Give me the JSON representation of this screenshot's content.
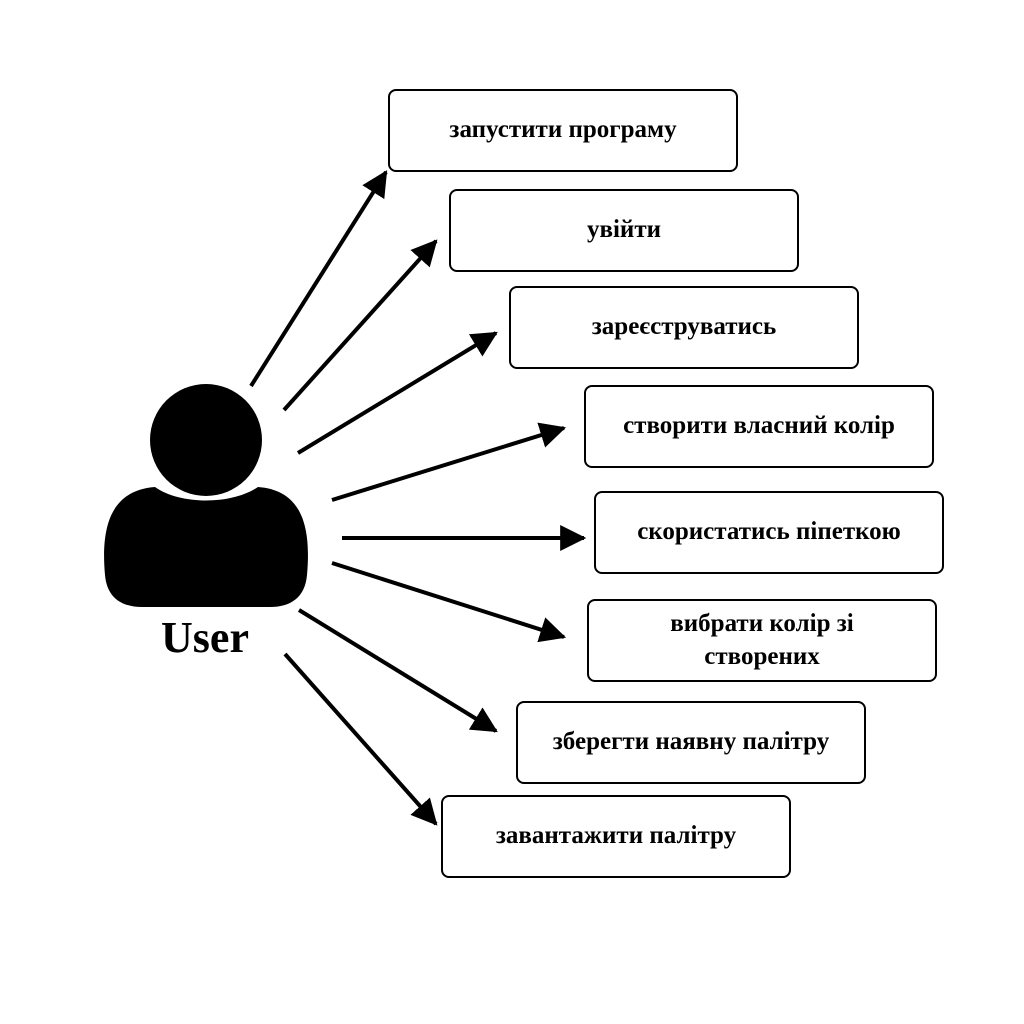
{
  "actor": {
    "label": "User",
    "icon": "user-silhouette-icon"
  },
  "use_cases": [
    {
      "id": "launch",
      "label": "запустити програму"
    },
    {
      "id": "login",
      "label": "увійти"
    },
    {
      "id": "register",
      "label": "зареєструватись"
    },
    {
      "id": "create-color",
      "label": "створити власний колір"
    },
    {
      "id": "eyedropper",
      "label": "скористатись піпеткою"
    },
    {
      "id": "pick-color",
      "label": "вибрати колір зі створених"
    },
    {
      "id": "save-palette",
      "label": "зберегти наявну палітру"
    },
    {
      "id": "load-palette",
      "label": "завантажити палітру"
    }
  ],
  "colors": {
    "stroke": "#000000",
    "background": "#ffffff"
  }
}
